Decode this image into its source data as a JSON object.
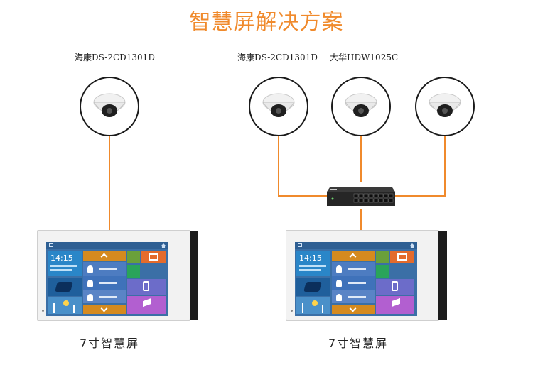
{
  "title": "智慧屏解决方案",
  "left_group": {
    "label": "海康DS-2CD1301D",
    "caption": "7寸智慧屏",
    "screen_time": "14:15"
  },
  "right_group": {
    "label_a": "海康DS-2CD1301D",
    "label_b": "大华HDW1025C",
    "caption": "7寸智慧屏",
    "screen_time": "14:15"
  },
  "colors": {
    "accent": "#f08a2c",
    "camera_border": "#1a1a1a",
    "screen_blue": "#3b6fa6"
  },
  "icons": [
    "dome-camera-icon",
    "network-switch-icon",
    "smart-screen-icon",
    "envelope-icon",
    "chevron-up-icon",
    "chevron-down-icon",
    "person-icon",
    "phone-icon",
    "cctv-icon"
  ]
}
